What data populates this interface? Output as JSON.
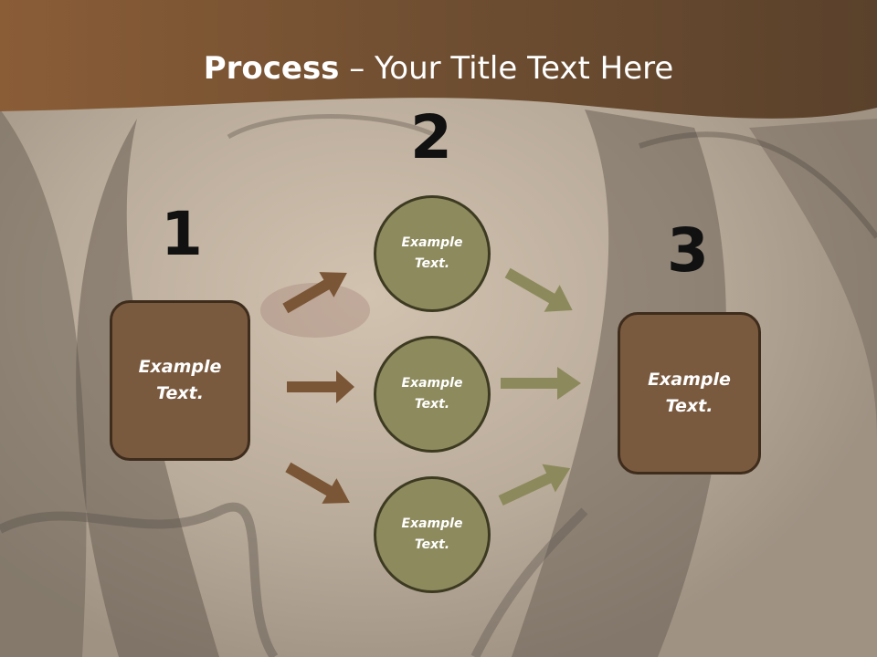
{
  "title": {
    "bold": "Process",
    "rest": " – Your Title Text Here"
  },
  "steps": {
    "one": "1",
    "two": "2",
    "three": "3"
  },
  "left_box": {
    "label": "Example\nText."
  },
  "right_box": {
    "label": "Example\nText."
  },
  "circles": [
    {
      "label": "Example\nText."
    },
    {
      "label": "Example\nText."
    },
    {
      "label": "Example\nText."
    }
  ],
  "colors": {
    "header": "#7a5533",
    "box": "#7a5a3f",
    "circle": "#8d8a5e",
    "arrow_brown": "#7a5536",
    "arrow_olive": "#8c8a5c"
  }
}
